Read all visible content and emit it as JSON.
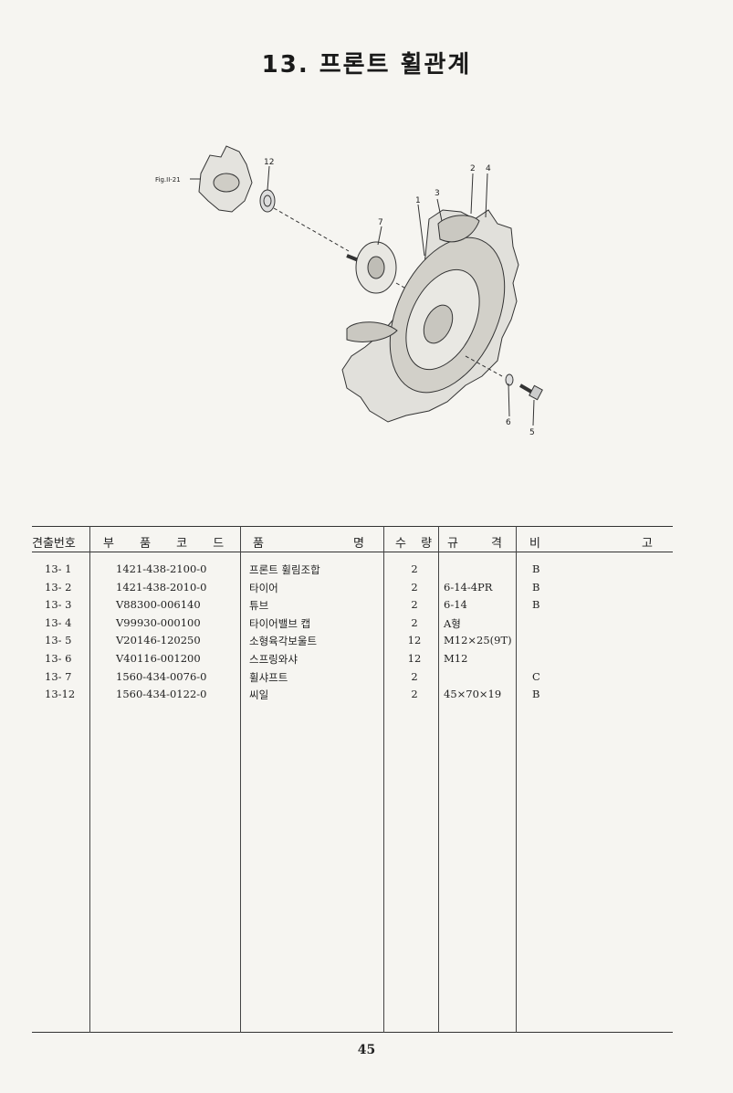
{
  "title": "13. 프론트 휠관계",
  "diagram": {
    "fig_ref": "Fig.II-21",
    "callouts": [
      "12",
      "7",
      "1",
      "3",
      "2",
      "4",
      "6",
      "5"
    ]
  },
  "table": {
    "headers": [
      "견출번호",
      "부 품 코 드",
      "품",
      "명",
      "수 량",
      "규",
      "격",
      "비",
      "고"
    ],
    "rows": [
      {
        "no": "13- 1",
        "code": "1421-438-2100-0",
        "name": "프론트 휠림조합",
        "qty": "2",
        "spec": "",
        "note": "B"
      },
      {
        "no": "13- 2",
        "code": "1421-438-2010-0",
        "name": "타이어",
        "qty": "2",
        "spec": "6-14-4PR",
        "note": "B"
      },
      {
        "no": "13- 3",
        "code": "V88300-006140",
        "name": "튜브",
        "qty": "2",
        "spec": "6-14",
        "note": "B"
      },
      {
        "no": "13- 4",
        "code": "V99930-000100",
        "name": "타이어밸브 캡",
        "qty": "2",
        "spec": "A형",
        "note": ""
      },
      {
        "no": "13- 5",
        "code": "V20146-120250",
        "name": "소형육각보울트",
        "qty": "12",
        "spec": "M12×25(9T)",
        "note": ""
      },
      {
        "no": "13- 6",
        "code": "V40116-001200",
        "name": "스프링와샤",
        "qty": "12",
        "spec": "M12",
        "note": ""
      },
      {
        "no": "13- 7",
        "code": "1560-434-0076-0",
        "name": "휠샤프트",
        "qty": "2",
        "spec": "",
        "note": "C"
      },
      {
        "no": "13-12",
        "code": "1560-434-0122-0",
        "name": "씨일",
        "qty": "2",
        "spec": "45×70×19",
        "note": "B"
      }
    ]
  },
  "page_number": "45"
}
